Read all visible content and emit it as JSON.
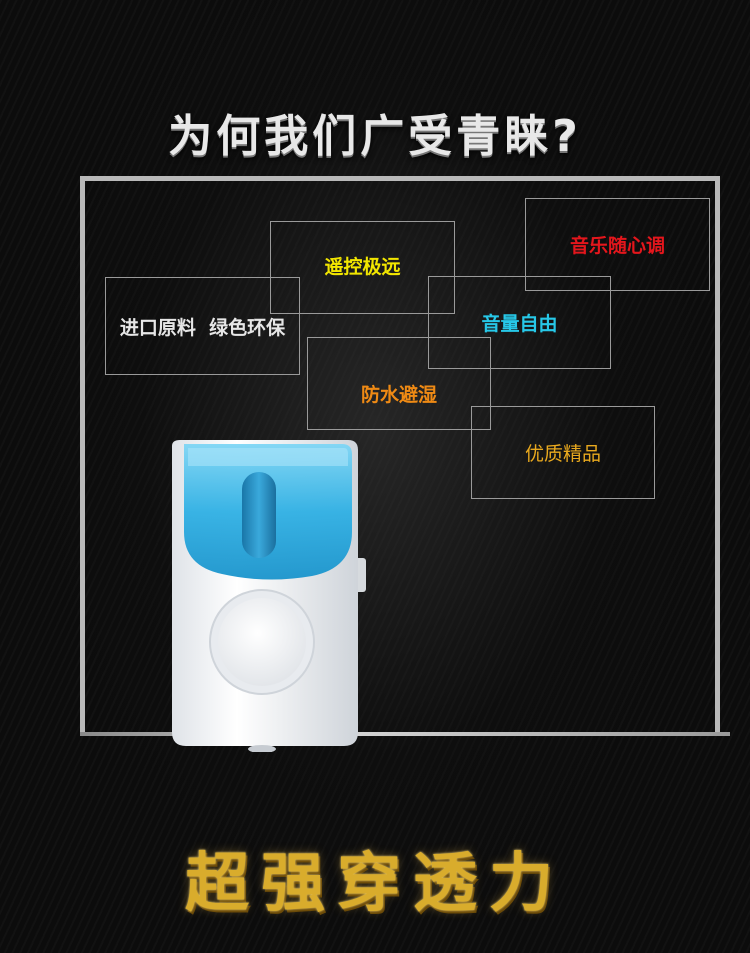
{
  "headline": "为何我们广受青睐?",
  "features": [
    {
      "label": "遥控极远",
      "color": "#f2e600"
    },
    {
      "label": "音乐随心调",
      "color": "#e4161c"
    },
    {
      "label": "音量自由",
      "color": "#27c8e8"
    },
    {
      "label": "进口原料  绿色环保",
      "color": "#e6e6e6"
    },
    {
      "label": "防水避湿",
      "color": "#ef8a14"
    },
    {
      "label": "优质精品",
      "color": "#e9a91e"
    }
  ],
  "product": {
    "accent_color": "#38b4e6",
    "body_color": "#f4f6f8"
  },
  "bottom_title": "超强穿透力"
}
